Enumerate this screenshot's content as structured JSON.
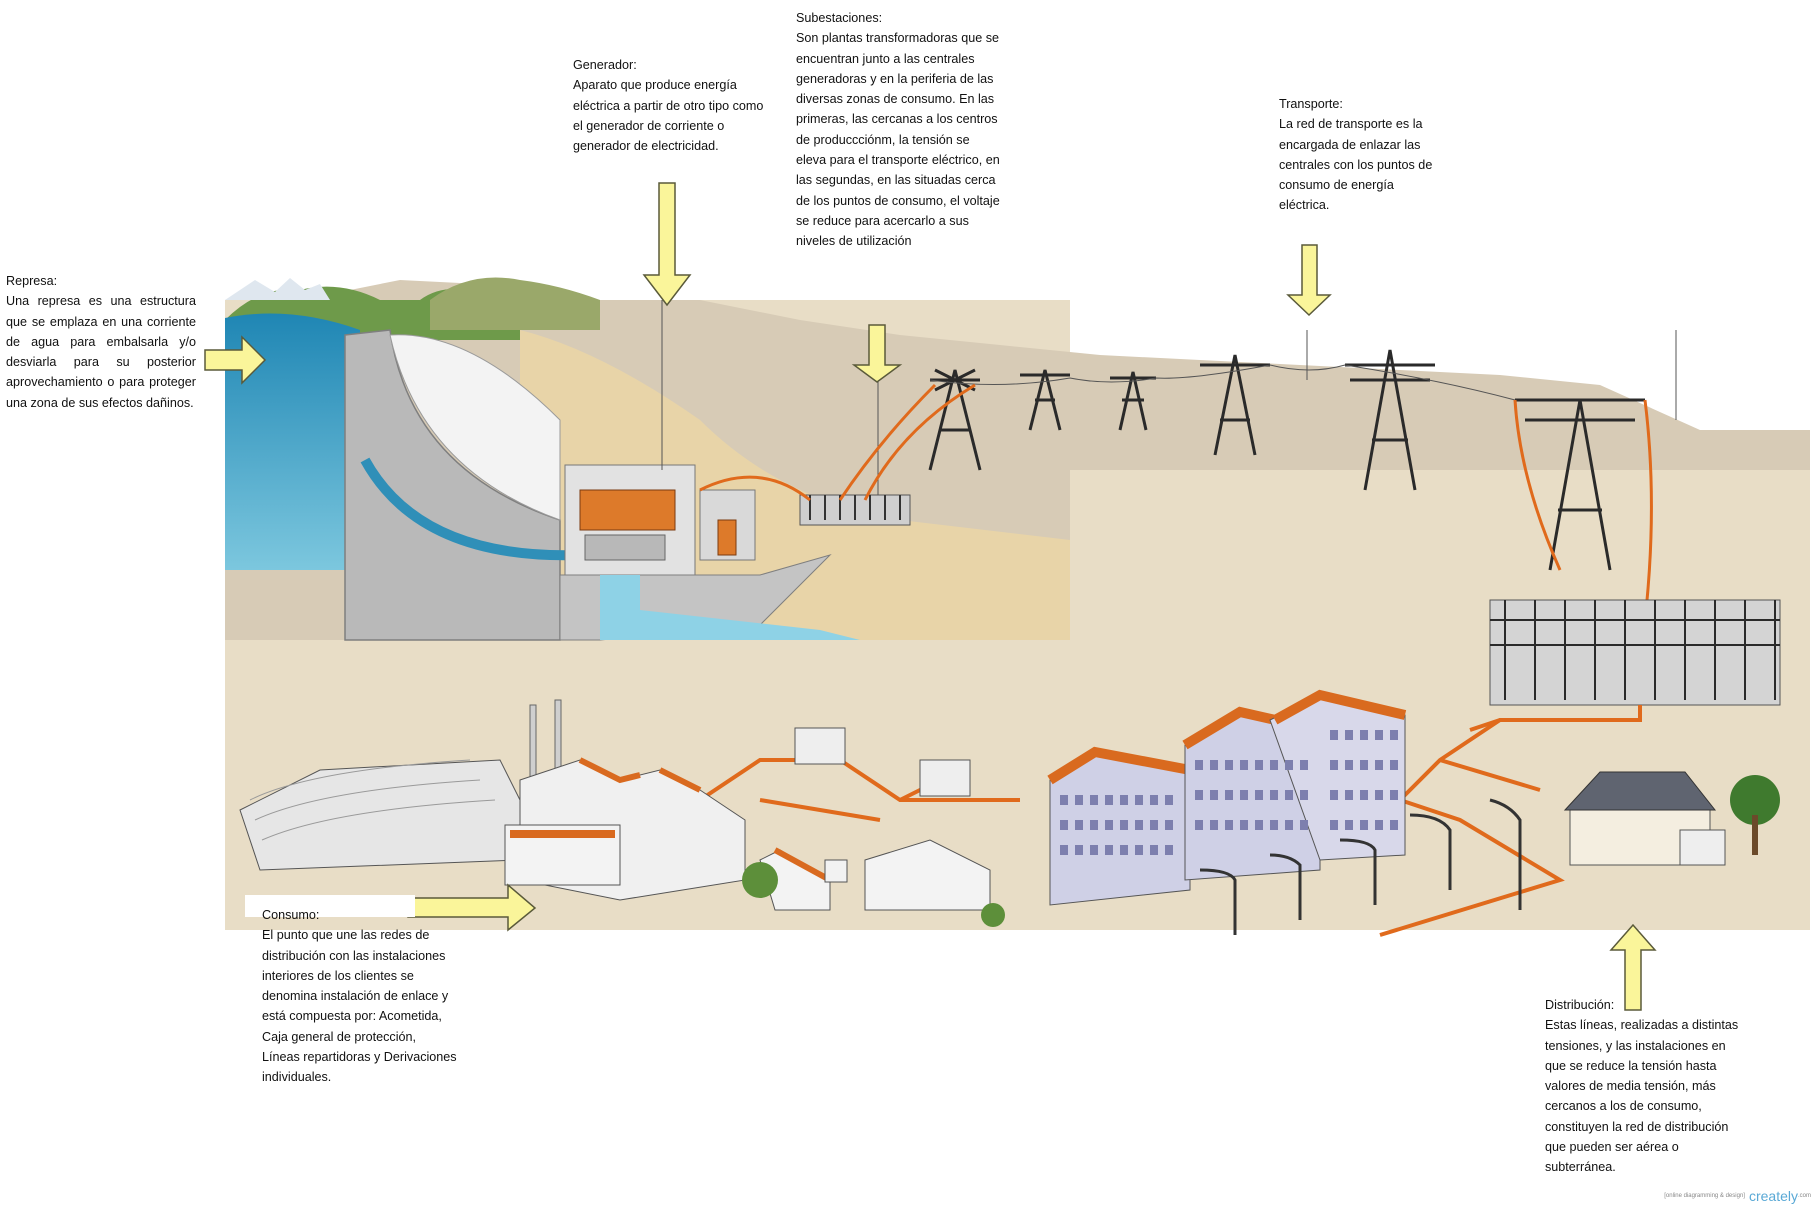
{
  "labels": {
    "represa": {
      "title": "Represa:",
      "text": "Una represa es una estructura que se emplaza en una corriente de agua para embalsarla y/o desviarla para su posterior aprovechamiento o para proteger una zona de sus efectos dañinos."
    },
    "generador": {
      "title": "Generador:",
      "text": "Aparato que produce energía eléctrica a partir de otro tipo como el generador de corriente o generador de electricidad."
    },
    "subestaciones": {
      "title": "Subestaciones:",
      "text": "Son plantas transformadoras que se encuentran junto a las centrales generadoras y en la periferia de las diversas zonas de consumo. En las primeras, las cercanas a los centros de produccciónm, la tensión se eleva para el transporte eléctrico, en las segundas, en las situadas cerca de los puntos de consumo, el voltaje se reduce para acercarlo a sus niveles de utilización"
    },
    "transporte": {
      "title": "Transporte:",
      "text": "La red de transporte es la encargada de enlazar las centrales con los puntos de consumo de energía eléctrica."
    },
    "consumo": {
      "title": "Consumo:",
      "text": "El punto que une las redes de distribución con las instalaciones interiores de los clientes se denomina instalación de enlace y está compuesta por: Acometida, Caja general de protección, Líneas repartidoras y Derivaciones individuales."
    },
    "distribucion": {
      "title": "Distribución:",
      "text": "Estas líneas, realizadas a distintas tensiones, y las instalaciones en que se reduce la tensión hasta valores de media tensión, más cercanos a los de consumo, constituyen la red de distribución que pueden ser aérea o subterránea."
    }
  },
  "watermark": {
    "small": "[online diagramming & design]",
    "brand": "creately",
    "domain": ".com"
  },
  "colors": {
    "arrow": "#faf59a",
    "arrow_stroke": "#5a5a3a",
    "cable": "#e06a1c",
    "ground": "#efe3c3",
    "water": "#3fa2c8",
    "concrete": "#c8c8c8"
  }
}
